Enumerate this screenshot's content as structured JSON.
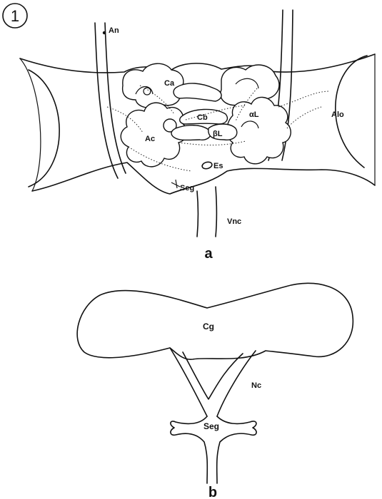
{
  "figure": {
    "number": "1",
    "panels": [
      "a",
      "b"
    ]
  },
  "panel_a": {
    "labels": {
      "an": "An",
      "ca": "Ca",
      "al": "αL",
      "alo": "Alo",
      "cb": "Cb",
      "ac": "Ac",
      "bl": "βL",
      "es": "Es",
      "seg": "Seg",
      "vnc": "Vnc"
    }
  },
  "panel_b": {
    "labels": {
      "cg": "Cg",
      "nc": "Nc",
      "seg": "Seg"
    }
  }
}
